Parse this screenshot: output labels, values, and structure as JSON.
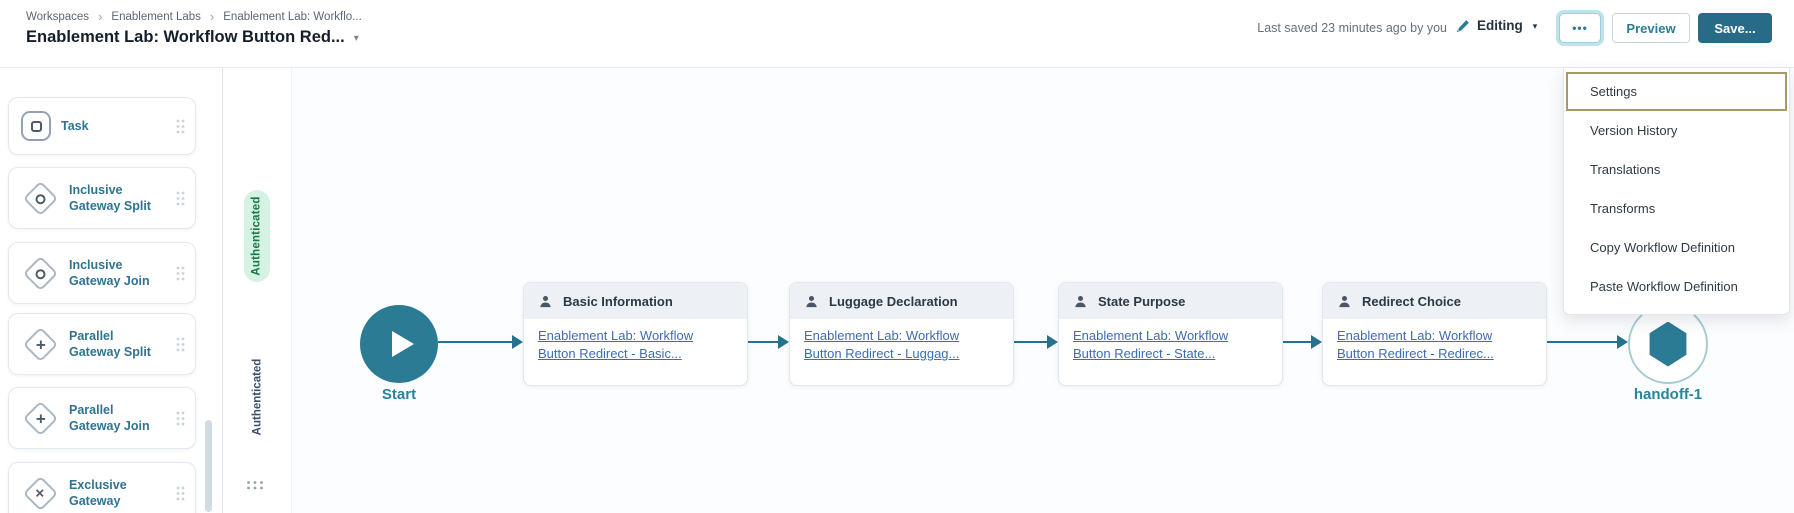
{
  "header": {
    "breadcrumb": {
      "items": [
        "Workspaces",
        "Enablement Labs",
        "Enablement Lab: Workflo..."
      ],
      "separator": "›"
    },
    "title": "Enablement Lab: Workflow Button Red...",
    "last_saved": "Last saved 23 minutes ago by you",
    "editing_label": "Editing",
    "preview_button": "Preview",
    "save_button": "Save..."
  },
  "icons": {
    "caret_down": "▾",
    "more": "•••",
    "plus": "+",
    "cross": "✕"
  },
  "menu": {
    "items": [
      {
        "label": "Settings",
        "focused": true
      },
      {
        "label": "Version History",
        "focused": false
      },
      {
        "label": "Translations",
        "focused": false
      },
      {
        "label": "Transforms",
        "focused": false
      },
      {
        "label": "Copy Workflow Definition",
        "focused": false
      },
      {
        "label": "Paste Workflow Definition",
        "focused": false
      }
    ]
  },
  "palette": {
    "items": [
      {
        "label": "Task",
        "icon": "task-icon"
      },
      {
        "label": "Inclusive Gateway Split",
        "icon": "inclusive-gateway-split-icon"
      },
      {
        "label": "Inclusive Gateway Join",
        "icon": "inclusive-gateway-join-icon"
      },
      {
        "label": "Parallel Gateway Split",
        "icon": "parallel-gateway-split-icon"
      },
      {
        "label": "Parallel Gateway Join",
        "icon": "parallel-gateway-join-icon"
      },
      {
        "label": "Exclusive Gateway",
        "icon": "exclusive-gateway-icon"
      }
    ]
  },
  "lanes": {
    "active_tab": "Authenticated",
    "inactive_tab": "Authenticated"
  },
  "canvas": {
    "start_label": "Start",
    "steps": [
      {
        "title": "Basic Information",
        "link": "Enablement Lab: Workflow Button Redirect - Basic..."
      },
      {
        "title": "Luggage Declaration",
        "link": "Enablement Lab: Workflow Button Redirect - Luggag..."
      },
      {
        "title": "State Purpose",
        "link": "Enablement Lab: Workflow Button Redirect - State..."
      },
      {
        "title": "Redirect Choice",
        "link": "Enablement Lab: Workflow Button Redirect - Redirec..."
      }
    ],
    "end_label": "handoff-1"
  },
  "colors": {
    "accent_teal": "#2a7d97",
    "save_button_bg": "#276b88",
    "node_teal": "#2b7b95",
    "arrow_teal": "#25718e",
    "link_blue": "#3e6cb0",
    "card_header_bg": "#edf1f6",
    "active_lane_bg": "#d6f2e3",
    "active_lane_text": "#17784a",
    "focus_ring": "#bfe3eb",
    "menu_focus_border": "#a79a66"
  }
}
